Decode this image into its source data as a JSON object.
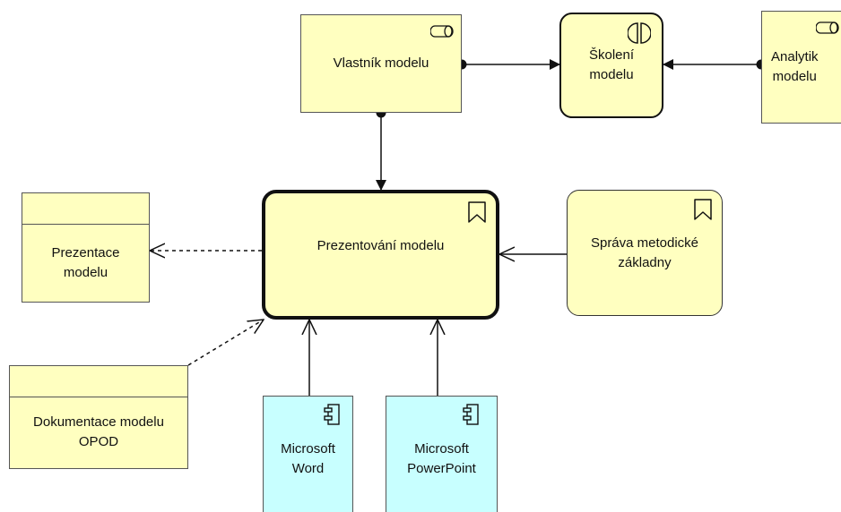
{
  "diagram": {
    "nodes": {
      "vlastnik": {
        "label": "Vlastník modelu",
        "icon": "role-icon"
      },
      "skoleni": {
        "label": "Školení\nmodelu",
        "icon": "interaction-icon"
      },
      "analytik": {
        "label": "Analytik\nmodelu",
        "icon": "role-icon"
      },
      "prezentovani": {
        "label": "Prezentování modelu",
        "icon": "process-event-icon"
      },
      "sprava": {
        "label": "Správa metodické\nzákladny",
        "icon": "process-event-icon"
      },
      "prezentace": {
        "label": "Prezentace\nmodelu"
      },
      "dokumentace": {
        "label": "Dokumentace modelu\nOPOD"
      },
      "word": {
        "label": "Microsoft\nWord",
        "icon": "component-icon"
      },
      "powerpoint": {
        "label": "Microsoft\nPowerPoint",
        "icon": "component-icon"
      }
    },
    "colors": {
      "business": "#ffffc0",
      "application": "#c8ffff",
      "line": "#111111"
    }
  }
}
